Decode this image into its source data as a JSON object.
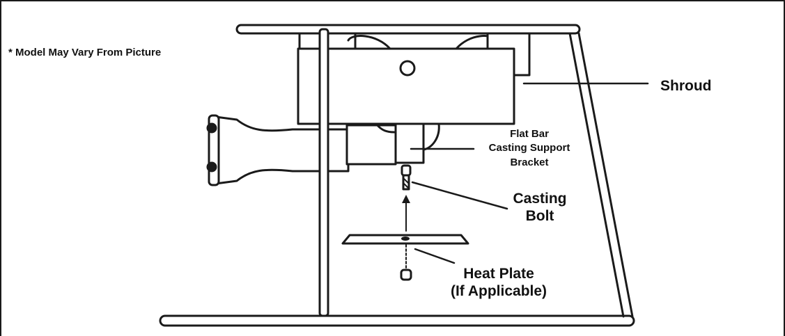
{
  "note": "* Model May Vary From Picture",
  "labels": {
    "shroud": "Shroud",
    "flat_bar": [
      "Flat Bar",
      "Casting Support",
      "Bracket"
    ],
    "casting_bolt": [
      "Casting",
      "Bolt"
    ],
    "heat_plate": [
      "Heat Plate",
      "(If Applicable)"
    ]
  },
  "colors": {
    "line": "#1a1a1a",
    "fill": "#ffffff"
  }
}
